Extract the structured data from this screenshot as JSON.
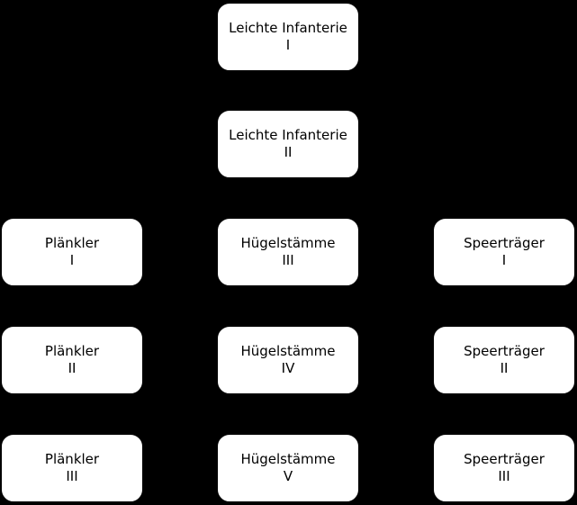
{
  "diagram": {
    "background_color": "#000000",
    "node_fill_color": "#ffffff",
    "node_text_color": "#000000",
    "nodes": [
      {
        "title": "Leichte Infanterie",
        "tier": "I"
      },
      {
        "title": "Leichte Infanterie",
        "tier": "II"
      },
      {
        "title": "Plänkler",
        "tier": "I"
      },
      {
        "title": "Hügelstämme",
        "tier": "III"
      },
      {
        "title": "Speerträger",
        "tier": "I"
      },
      {
        "title": "Plänkler",
        "tier": "II"
      },
      {
        "title": "Hügelstämme",
        "tier": "IV"
      },
      {
        "title": "Speerträger",
        "tier": "II"
      },
      {
        "title": "Plänkler",
        "tier": "III"
      },
      {
        "title": "Hügelstämme",
        "tier": "V"
      },
      {
        "title": "Speerträger",
        "tier": "III"
      }
    ]
  }
}
